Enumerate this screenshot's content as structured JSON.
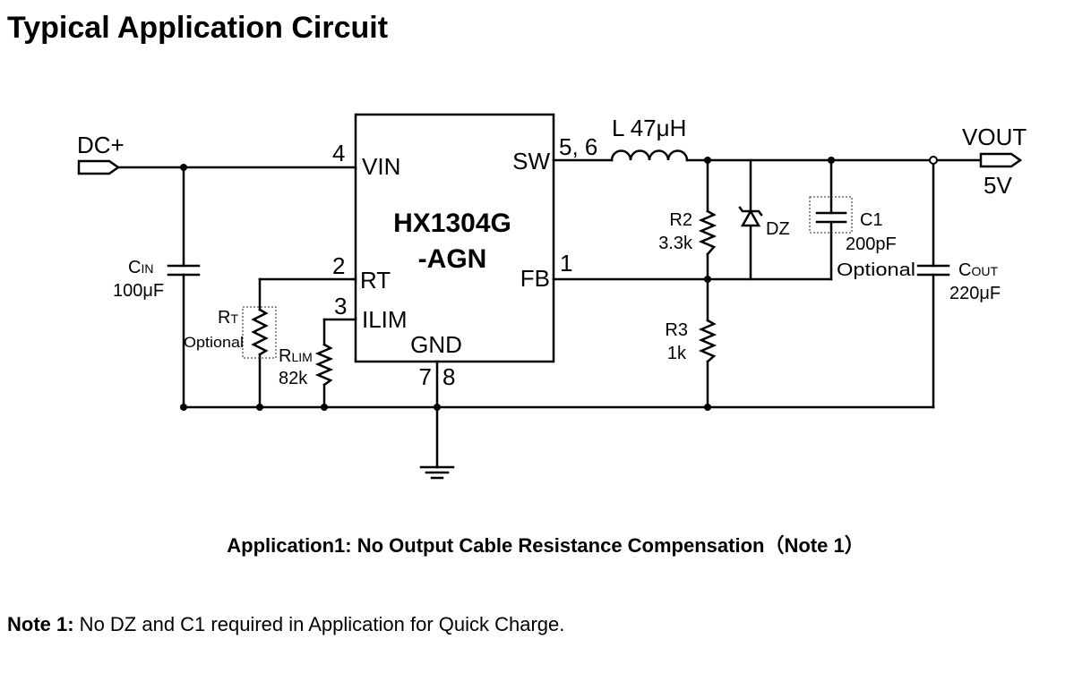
{
  "title": "Typical Application Circuit",
  "circuit": {
    "ic": {
      "name_line1": "HX1304G",
      "name_line2": "-AGN"
    },
    "pins": {
      "vin": "VIN",
      "vin_num": "4",
      "rt": "RT",
      "rt_num": "2",
      "ilim": "ILIM",
      "ilim_num": "3",
      "sw": "SW",
      "sw_num": "5, 6",
      "fb": "FB",
      "fb_num": "1",
      "gnd": "GND",
      "gnd_num_a": "7",
      "gnd_num_b": "8"
    },
    "input": {
      "label": "DC+"
    },
    "output": {
      "label": "VOUT",
      "value": "5V"
    },
    "inductor": {
      "label": "L 47μH"
    },
    "cin": {
      "main": "C",
      "sub": "IN",
      "value": "100μF"
    },
    "rt": {
      "main": "R",
      "sub": "T",
      "note": "Optional"
    },
    "rlim": {
      "main": "R",
      "sub": "LIM",
      "value": "82k"
    },
    "r2": {
      "name": "R2",
      "value": "3.3k"
    },
    "r3": {
      "name": "R3",
      "value": "1k"
    },
    "dz": {
      "name": "DZ"
    },
    "c1": {
      "name": "C1",
      "value": "200pF",
      "note": "Optional"
    },
    "cout": {
      "main": "C",
      "sub": "OUT",
      "value": "220μF"
    }
  },
  "caption": "Application1: No Output Cable Resistance Compensation（Note 1）",
  "note": {
    "label": "Note 1:",
    "text": " No DZ and C1 required in Application for Quick Charge."
  }
}
